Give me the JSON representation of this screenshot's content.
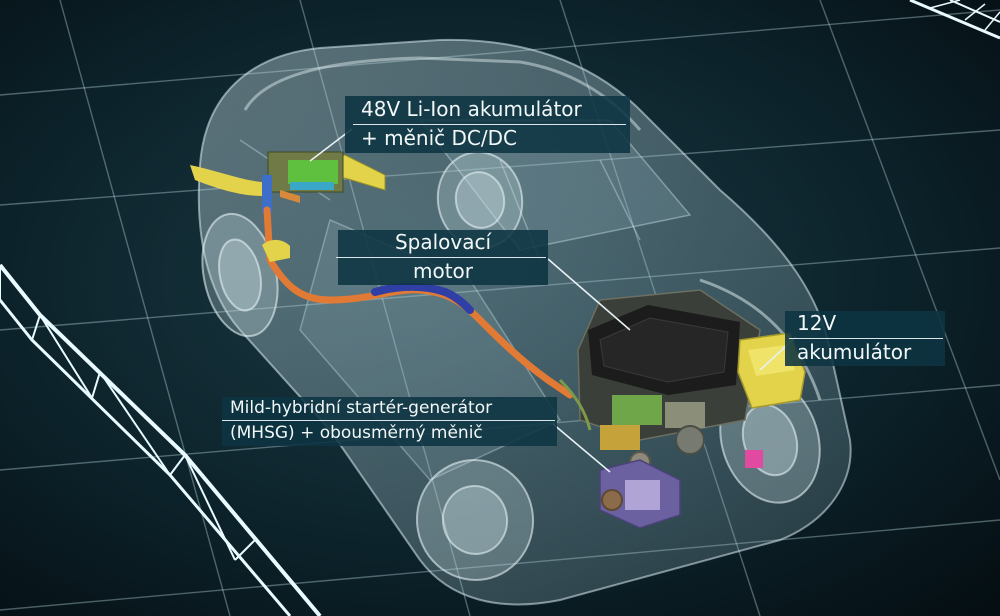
{
  "callouts": {
    "battery48": {
      "line1": "48V Li-Ion akumulátor",
      "line2": "+ měnič DC/DC"
    },
    "engine": {
      "line1": "Spalovací",
      "line2": "motor"
    },
    "battery12": {
      "line1": "12V",
      "line2": "akumulátor"
    },
    "mhsg": {
      "line1": "Mild-hybridní startér-generátor",
      "line2": "(MHSG) + obousměrný měnič"
    }
  },
  "colors": {
    "background": "#06141a",
    "grid": "#cfeef7",
    "callout_bg": "#0e3442",
    "car_ghost": "#b9d1da",
    "engine": "#1c1c1c",
    "battery_yellow": "#e2d34a",
    "cable_orange": "#e07a35",
    "battery_green": "#5fbf3f"
  }
}
